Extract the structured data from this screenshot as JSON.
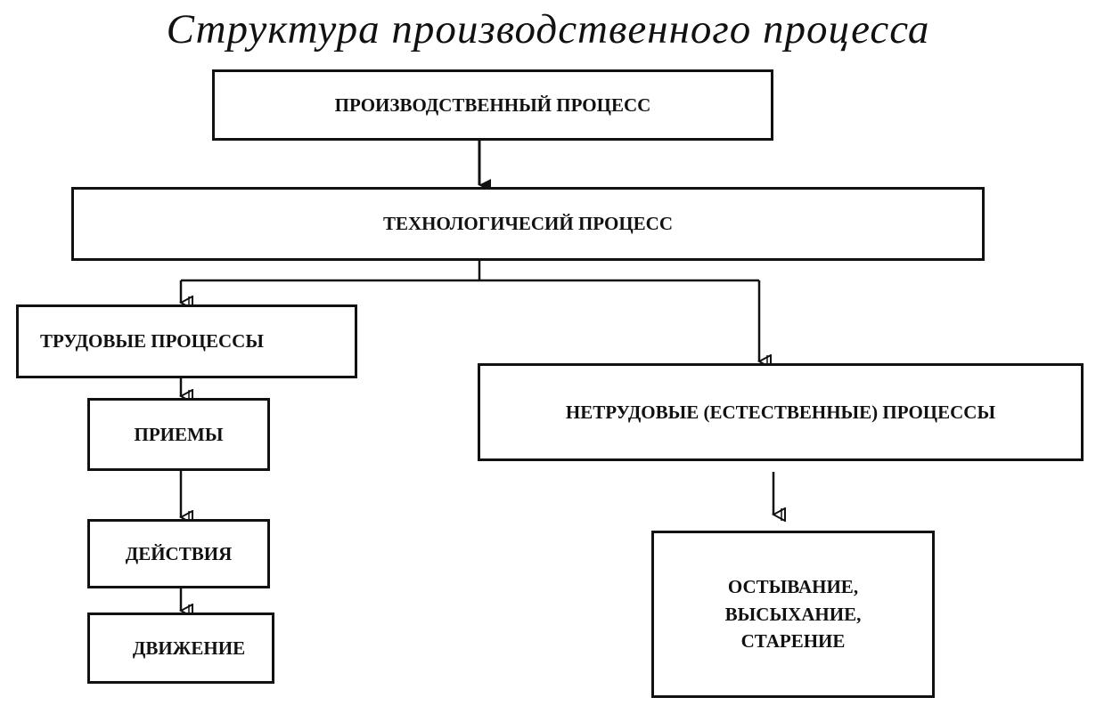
{
  "diagram": {
    "title": "Структура производственного процесса",
    "nodes": {
      "production_process": "ПРОИЗВОДСТВЕННЫЙ ПРОЦЕСС",
      "technological_process": "ТЕХНОЛОГИЧЕСИЙ ПРОЦЕСС",
      "labor_processes": "ТРУДОВЫЕ ПРОЦЕССЫ",
      "non_labor_processes": "НЕТРУДОВЫЕ (ЕСТЕСТВЕННЫЕ) ПРОЦЕССЫ",
      "techniques": "ПРИЕМЫ",
      "actions": "ДЕЙСТВИЯ",
      "movement": "ДВИЖЕНИЕ",
      "natural_results": [
        "ОСТЫВАНИЕ,",
        "ВЫСЫХАНИЕ,",
        "СТАРЕНИЕ"
      ]
    },
    "edges": [
      [
        "production_process",
        "technological_process"
      ],
      [
        "technological_process",
        "labor_processes"
      ],
      [
        "technological_process",
        "non_labor_processes"
      ],
      [
        "labor_processes",
        "techniques"
      ],
      [
        "techniques",
        "actions"
      ],
      [
        "actions",
        "movement"
      ],
      [
        "non_labor_processes",
        "natural_results"
      ]
    ],
    "colors": {
      "line": "#111111",
      "background": "#ffffff"
    }
  }
}
